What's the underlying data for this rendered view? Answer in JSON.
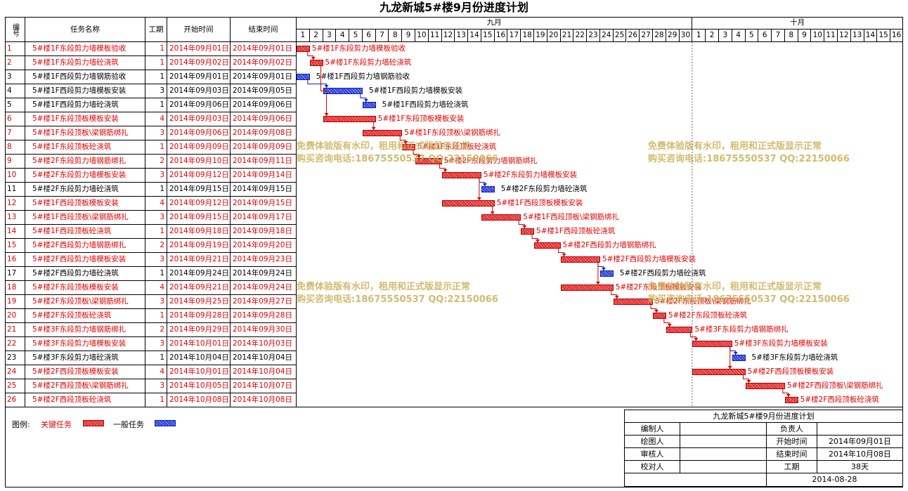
{
  "title": "九龙新城5#楼9月份进度计划",
  "headers": {
    "num": "编号",
    "name": "任务名称",
    "dur": "工期",
    "start": "开始时间",
    "end": "结束时间"
  },
  "months": [
    {
      "label": "九月",
      "first_day": 1,
      "days": 30
    },
    {
      "label": "十月",
      "first_day": 1,
      "days": 16
    }
  ],
  "tasks": [
    {
      "id": 1,
      "name": "5#楼1F东段剪力墙模板验收",
      "dur": 1,
      "start": "2014年09月01日",
      "end": "2014年09月01日",
      "s": 1,
      "e": 1,
      "critical": true,
      "preds": []
    },
    {
      "id": 2,
      "name": "5#楼1F东段剪力墙砼浇筑",
      "dur": 1,
      "start": "2014年09月02日",
      "end": "2014年09月02日",
      "s": 2,
      "e": 2,
      "critical": true,
      "preds": [
        1
      ]
    },
    {
      "id": 3,
      "name": "5#楼1F西段剪力墙钢筋验收",
      "dur": 1,
      "start": "2014年09月01日",
      "end": "2014年09月01日",
      "s": 1,
      "e": 1,
      "critical": false,
      "preds": []
    },
    {
      "id": 4,
      "name": "5#楼1F西段剪力墙模板安装",
      "dur": 3,
      "start": "2014年09月03日",
      "end": "2014年09月05日",
      "s": 3,
      "e": 5,
      "critical": false,
      "preds": [
        3
      ]
    },
    {
      "id": 5,
      "name": "5#楼1F西段剪力墙砼浇筑",
      "dur": 1,
      "start": "2014年09月06日",
      "end": "2014年09月06日",
      "s": 6,
      "e": 6,
      "critical": false,
      "preds": [
        4
      ]
    },
    {
      "id": 6,
      "name": "5#楼1F东段顶板模板安装",
      "dur": 4,
      "start": "2014年09月03日",
      "end": "2014年09月06日",
      "s": 3,
      "e": 6,
      "critical": true,
      "preds": [
        2
      ]
    },
    {
      "id": 7,
      "name": "5#楼1F东段顶板\\梁钢筋绑扎",
      "dur": 3,
      "start": "2014年09月06日",
      "end": "2014年09月08日",
      "s": 6,
      "e": 8,
      "critical": true,
      "preds": [
        6
      ]
    },
    {
      "id": 8,
      "name": "5#楼1F东段顶板砼浇筑",
      "dur": 1,
      "start": "2014年09月09日",
      "end": "2014年09月09日",
      "s": 9,
      "e": 9,
      "critical": true,
      "preds": [
        7
      ]
    },
    {
      "id": 9,
      "name": "5#楼2F东段剪力墙钢筋绑扎",
      "dur": 2,
      "start": "2014年09月10日",
      "end": "2014年09月11日",
      "s": 10,
      "e": 11,
      "critical": true,
      "preds": [
        8
      ]
    },
    {
      "id": 10,
      "name": "5#楼2F东段剪力墙模板安装",
      "dur": 3,
      "start": "2014年09月12日",
      "end": "2014年09月14日",
      "s": 12,
      "e": 14,
      "critical": true,
      "preds": [
        9
      ]
    },
    {
      "id": 11,
      "name": "5#楼2F东段剪力墙砼浇筑",
      "dur": 1,
      "start": "2014年09月15日",
      "end": "2014年09月15日",
      "s": 15,
      "e": 15,
      "critical": false,
      "preds": [
        10
      ]
    },
    {
      "id": 12,
      "name": "5#楼1F西段顶板模板安装",
      "dur": 4,
      "start": "2014年09月12日",
      "end": "2014年09月15日",
      "s": 12,
      "e": 15,
      "critical": true,
      "preds": [
        10
      ]
    },
    {
      "id": 13,
      "name": "5#楼1F西段顶板\\梁钢筋绑扎",
      "dur": 3,
      "start": "2014年09月15日",
      "end": "2014年09月17日",
      "s": 15,
      "e": 17,
      "critical": true,
      "preds": [
        12
      ]
    },
    {
      "id": 14,
      "name": "5#楼1F西段顶板砼浇筑",
      "dur": 1,
      "start": "2014年09月18日",
      "end": "2014年09月18日",
      "s": 18,
      "e": 18,
      "critical": true,
      "preds": [
        13
      ]
    },
    {
      "id": 15,
      "name": "5#楼2F西段剪力墙钢筋绑扎",
      "dur": 2,
      "start": "2014年09月19日",
      "end": "2014年09月20日",
      "s": 19,
      "e": 20,
      "critical": true,
      "preds": [
        14
      ]
    },
    {
      "id": 16,
      "name": "5#楼2F西段剪力墙模板安装",
      "dur": 3,
      "start": "2014年09月21日",
      "end": "2014年09月23日",
      "s": 21,
      "e": 23,
      "critical": true,
      "preds": [
        15
      ]
    },
    {
      "id": 17,
      "name": "5#楼2F西段剪力墙砼浇筑",
      "dur": 1,
      "start": "2014年09月24日",
      "end": "2014年09月24日",
      "s": 24,
      "e": 24,
      "critical": false,
      "preds": [
        16
      ]
    },
    {
      "id": 18,
      "name": "5#楼2F东段顶板模板安装",
      "dur": 4,
      "start": "2014年09月21日",
      "end": "2014年09月24日",
      "s": 21,
      "e": 24,
      "critical": true,
      "preds": [
        16
      ]
    },
    {
      "id": 19,
      "name": "5#楼2F东段顶板\\梁钢筋绑扎",
      "dur": 3,
      "start": "2014年09月25日",
      "end": "2014年09月27日",
      "s": 25,
      "e": 27,
      "critical": true,
      "preds": [
        18
      ]
    },
    {
      "id": 20,
      "name": "5#楼2F东段顶板砼浇筑",
      "dur": 1,
      "start": "2014年09月28日",
      "end": "2014年09月28日",
      "s": 28,
      "e": 28,
      "critical": true,
      "preds": [
        19
      ]
    },
    {
      "id": 21,
      "name": "5#楼3F东段剪力墙钢筋绑扎",
      "dur": 2,
      "start": "2014年09月29日",
      "end": "2014年09月30日",
      "s": 29,
      "e": 30,
      "critical": true,
      "preds": [
        20
      ]
    },
    {
      "id": 22,
      "name": "5#楼3F东段剪力墙模板安装",
      "dur": 3,
      "start": "2014年10月01日",
      "end": "2014年10月03日",
      "s": 31,
      "e": 33,
      "critical": true,
      "preds": [
        21
      ]
    },
    {
      "id": 23,
      "name": "5#楼3F东段剪力墙砼浇筑",
      "dur": 1,
      "start": "2014年10月04日",
      "end": "2014年10月04日",
      "s": 34,
      "e": 34,
      "critical": false,
      "preds": [
        22
      ]
    },
    {
      "id": 24,
      "name": "5#楼2F西段顶板模板安装",
      "dur": 4,
      "start": "2014年10月01日",
      "end": "2014年10月04日",
      "s": 31,
      "e": 34,
      "critical": true,
      "preds": [
        22
      ]
    },
    {
      "id": 25,
      "name": "5#楼2F西段顶板\\梁钢筋绑扎",
      "dur": 3,
      "start": "2014年10月05日",
      "end": "2014年10月07日",
      "s": 35,
      "e": 37,
      "critical": true,
      "preds": [
        24
      ]
    },
    {
      "id": 26,
      "name": "5#楼2F西段顶板砼浇筑",
      "dur": 1,
      "start": "2014年10月08日",
      "end": "2014年10月08日",
      "s": 38,
      "e": 38,
      "critical": true,
      "preds": [
        25
      ]
    }
  ],
  "legend": {
    "label": "图例:",
    "critical": "关键任务",
    "normal": "一般任务"
  },
  "info": {
    "title": "九龙新城5#楼9月份进度计划",
    "maker_label": "编制人",
    "maker_value": "",
    "owner_label": "负责人",
    "owner_value": "",
    "drawer_label": "绘图人",
    "drawer_value": "",
    "start_label": "开始时间",
    "start_value": "2014年09月01日",
    "reviewer_label": "审核人",
    "reviewer_value": "",
    "end_label": "结束时间",
    "end_value": "2014年10月08日",
    "checker_label": "校对人",
    "checker_value": "",
    "dur_label": "工期",
    "dur_value": "38天",
    "date": "2014-08-28"
  },
  "watermark": {
    "line1": "免费体验版有水印，租用和正式版显示正常",
    "line2": "购买咨询电话:18675550537 QQ:22150066"
  },
  "colors": {
    "critical": "#e03030",
    "normal": "#2a3fd8",
    "critical_text": "#e00000",
    "watermark": "#c9b056"
  }
}
